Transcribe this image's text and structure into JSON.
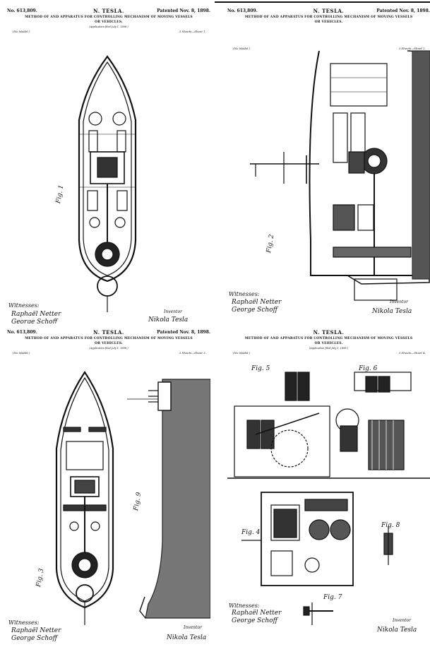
{
  "patent": {
    "number": "No. 613,809.",
    "inventor": "N. TESLA.",
    "date": "Patented Nov. 8, 1898.",
    "title_line1": "METHOD OF AND APPARATUS FOR CONTROLLING MECHANISM OF MOVING VESSELS",
    "title_line2": "OR VEHICLES.",
    "application": "(Application filed July 1, 1898.)",
    "model": "(No Model.)"
  },
  "sheets": [
    {
      "sheet_label": "3 Sheets—Sheet 1.",
      "figures": [
        "Fig. 1"
      ]
    },
    {
      "sheet_label": "3 Sheets—Sheet 2.",
      "figures": [
        "Fig. 2"
      ]
    },
    {
      "sheet_label": "3 Sheets—Sheet 3.",
      "figures": [
        "Fig. 3",
        "Fig. 9"
      ]
    },
    {
      "sheet_label": "3 Sheets—Sheet 4.",
      "figures": [
        "Fig. 5",
        "Fig. 6",
        "Fig. 4",
        "Fig. 8",
        "Fig. 7"
      ]
    }
  ],
  "signatures": {
    "witnesses_label": "Witnesses:",
    "witness1": "Raphaël Netter",
    "witness2": "George Schoff",
    "inventor_label": "Inventor",
    "inventor_sig": "Nikola Tesla"
  }
}
